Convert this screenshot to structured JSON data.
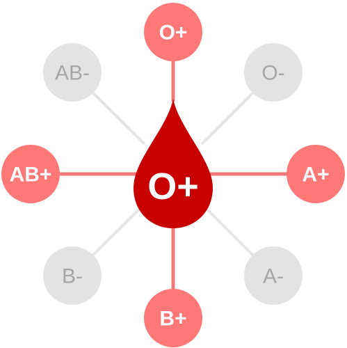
{
  "center": {
    "label": "O+",
    "color": "#c70000"
  },
  "colors": {
    "active_node": "#ff7878",
    "active_line": "#f07a7a",
    "inactive_node": "#e3e3e3",
    "inactive_line": "#e5e5e5",
    "active_text": "#ffffff",
    "inactive_text": "#a6a6a6"
  },
  "nodes": [
    {
      "id": "o-plus",
      "label": "O+",
      "active": true
    },
    {
      "id": "o-minus",
      "label": "O-",
      "active": false
    },
    {
      "id": "a-plus",
      "label": "A+",
      "active": true
    },
    {
      "id": "a-minus",
      "label": "A-",
      "active": false
    },
    {
      "id": "b-plus",
      "label": "B+",
      "active": true
    },
    {
      "id": "b-minus",
      "label": "B-",
      "active": false
    },
    {
      "id": "ab-plus",
      "label": "AB+",
      "active": true
    },
    {
      "id": "ab-minus",
      "label": "AB-",
      "active": false
    }
  ]
}
